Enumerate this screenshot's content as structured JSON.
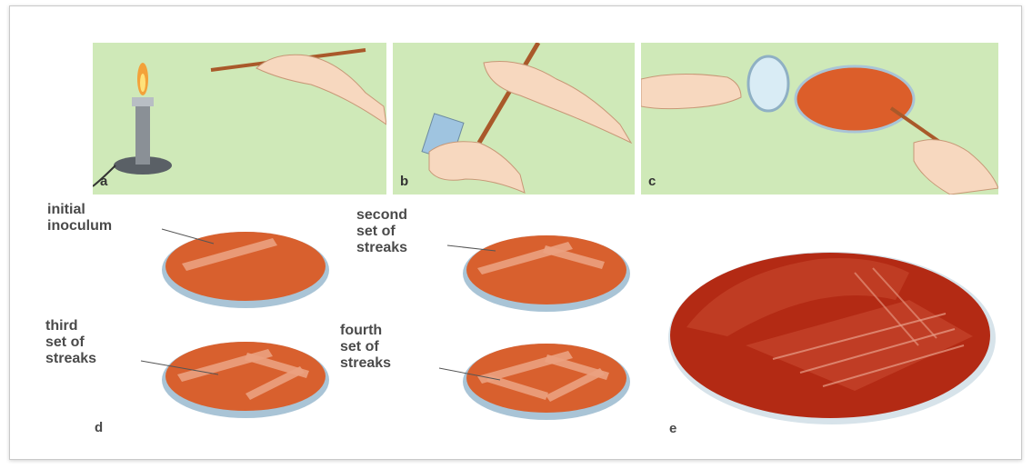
{
  "panels": {
    "a": {
      "label": "a"
    },
    "b": {
      "label": "b"
    },
    "c": {
      "label": "c"
    }
  },
  "streak_steps": [
    {
      "text": "initial\ninoculum"
    },
    {
      "text": "second\nset of\nstreaks"
    },
    {
      "text": "third\nset of\nstreaks"
    },
    {
      "text": "fourth\nset of\nstreaks"
    }
  ],
  "section_labels": {
    "d": "d",
    "e": "e"
  },
  "colors": {
    "panel_bg": "#cfe9b8",
    "agar": "#d8602e",
    "dish_rim": "#a9c4d6",
    "photo_agar": "#b32a14"
  }
}
